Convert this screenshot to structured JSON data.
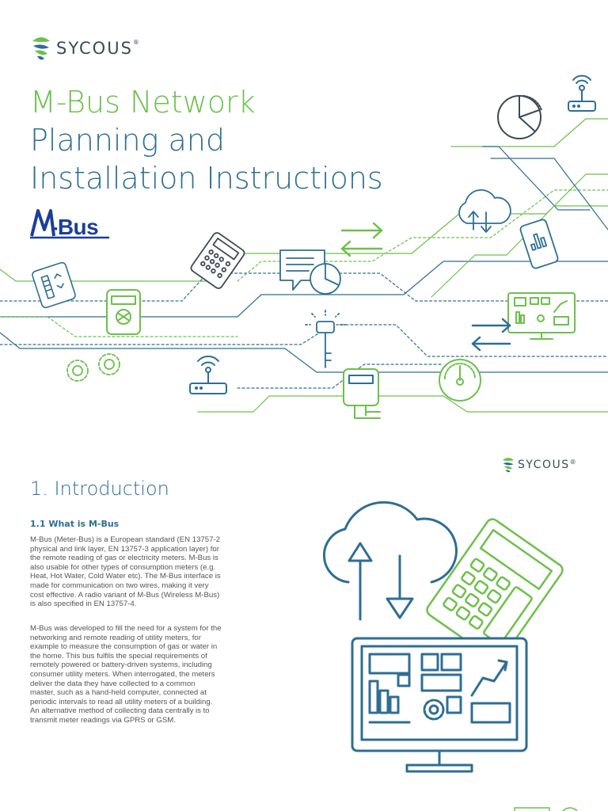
{
  "brand": {
    "name": "SYCOUS",
    "reg": "®"
  },
  "cover": {
    "title_line1": "M-Bus Network",
    "title_line2": "Planning and",
    "title_line3": "Installation Instructions",
    "mbus_logo_text": "-Bus"
  },
  "icons": [
    "pie-chart-icon",
    "router-icon",
    "cloud-sync-icon",
    "phone-chart-icon",
    "arrows-exchange-icon",
    "calculator-icon",
    "chat-chart-icon",
    "remote-control-icon",
    "meter-icon",
    "key-icon",
    "monitor-dashboard-icon",
    "gears-icon",
    "router-small-icon",
    "electric-meter-icon",
    "gauge-icon",
    "arrows-exchange-small-icon"
  ],
  "colors": {
    "green": "#6cc04a",
    "blue": "#2e6e93",
    "navy": "#1b3f98",
    "dark": "#3d4a55"
  },
  "section": {
    "title": "1. Introduction",
    "subtitle": "1.1 What is M-Bus",
    "paragraph1": "M-Bus (Meter-Bus) is a European standard (EN 13757-2 physical and link layer, EN 13757-3 application layer) for the remote reading of gas or electricity meters. M-Bus is also usable for other types of consumption meters (e.g. Heat, Hot Water, Cold Water etc). The M-Bus interface is made for communication on two wires, making it very cost effective. A radio variant of M-Bus (Wireless M-Bus) is also specified in EN 13757-4.",
    "paragraph2": "M-Bus was developed to fill the need for a system for the networking and remote reading of utility meters, for example to measure the consumption of gas or water in the home. This bus fulfils the special requirements of remotely powered or battery-driven systems, including consumer utility meters. When interrogated, the meters deliver the data they have collected to a common master, such as a hand-held computer, connected at periodic intervals to read all utility meters of a building. An alternative method of collecting data centrally is to transmit meter readings via GPRS or GSM."
  }
}
